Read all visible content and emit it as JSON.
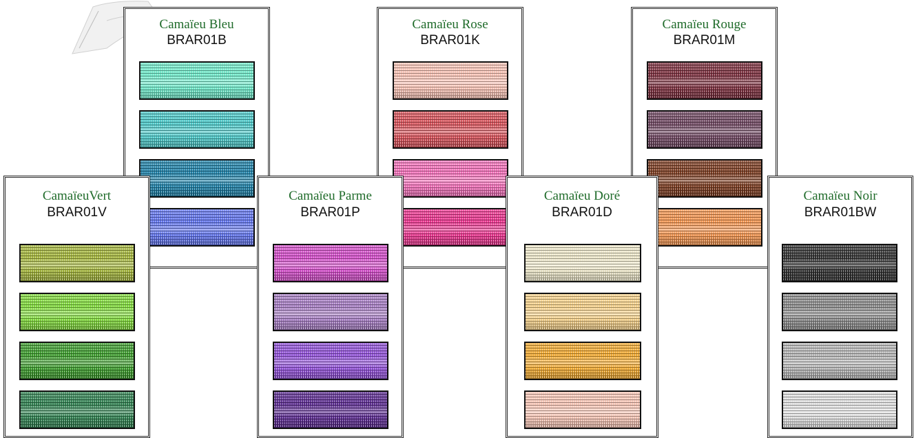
{
  "title_color": "#1f6b2a",
  "cards": [
    {
      "id": "bleu",
      "name": "Camaïeu Bleu",
      "code": "BRAR01B",
      "swatches": [
        {
          "color": "#6ee8c8",
          "icon": "thread-swatch"
        },
        {
          "color": "#4ac7c7",
          "icon": "thread-swatch"
        },
        {
          "color": "#1d7fa6",
          "icon": "thread-swatch"
        },
        {
          "color": "#5f72ea",
          "icon": "thread-swatch"
        }
      ]
    },
    {
      "id": "rose",
      "name": "Camaïeu Rose",
      "code": "BRAR01K",
      "swatches": [
        {
          "color": "#f8c2b4",
          "icon": "thread-swatch"
        },
        {
          "color": "#d65058",
          "icon": "thread-swatch"
        },
        {
          "color": "#f26fb8",
          "icon": "thread-swatch"
        },
        {
          "color": "#e8328c",
          "icon": "thread-swatch"
        }
      ]
    },
    {
      "id": "rouge",
      "name": "Camaïeu Rouge",
      "code": "BRAR01M",
      "swatches": [
        {
          "color": "#7a2d3c",
          "icon": "thread-swatch"
        },
        {
          "color": "#6e4660",
          "icon": "thread-swatch"
        },
        {
          "color": "#7a3a1f",
          "icon": "thread-swatch"
        },
        {
          "color": "#f0924d",
          "icon": "thread-swatch"
        }
      ]
    },
    {
      "id": "vert",
      "name": "CamaïeuVert",
      "code": "BRAR01V",
      "swatches": [
        {
          "color": "#a3b43a",
          "icon": "thread-swatch"
        },
        {
          "color": "#7fd83a",
          "icon": "thread-swatch"
        },
        {
          "color": "#3a9a2a",
          "icon": "thread-swatch"
        },
        {
          "color": "#2e7f4f",
          "icon": "thread-swatch"
        }
      ]
    },
    {
      "id": "parme",
      "name": "Camaïeu Parme",
      "code": "BRAR01P",
      "swatches": [
        {
          "color": "#d24cc8",
          "icon": "thread-swatch"
        },
        {
          "color": "#a57cc2",
          "icon": "thread-swatch"
        },
        {
          "color": "#8f4fd6",
          "icon": "thread-swatch"
        },
        {
          "color": "#5a2a8f",
          "icon": "thread-swatch"
        }
      ]
    },
    {
      "id": "dore",
      "name": "Camaïeu Doré",
      "code": "BRAR01D",
      "swatches": [
        {
          "color": "#ece6c8",
          "icon": "thread-swatch"
        },
        {
          "color": "#f4cf88",
          "icon": "thread-swatch"
        },
        {
          "color": "#f0a82e",
          "icon": "thread-swatch"
        },
        {
          "color": "#f6c4b4",
          "icon": "thread-swatch"
        }
      ]
    },
    {
      "id": "noir",
      "name": "Camaïeu Noir",
      "code": "BRAR01BW",
      "swatches": [
        {
          "color": "#303030",
          "icon": "thread-swatch"
        },
        {
          "color": "#8a8a8a",
          "icon": "thread-swatch"
        },
        {
          "color": "#b4b4b4",
          "icon": "thread-swatch"
        },
        {
          "color": "#dedede",
          "icon": "thread-swatch"
        }
      ]
    }
  ]
}
